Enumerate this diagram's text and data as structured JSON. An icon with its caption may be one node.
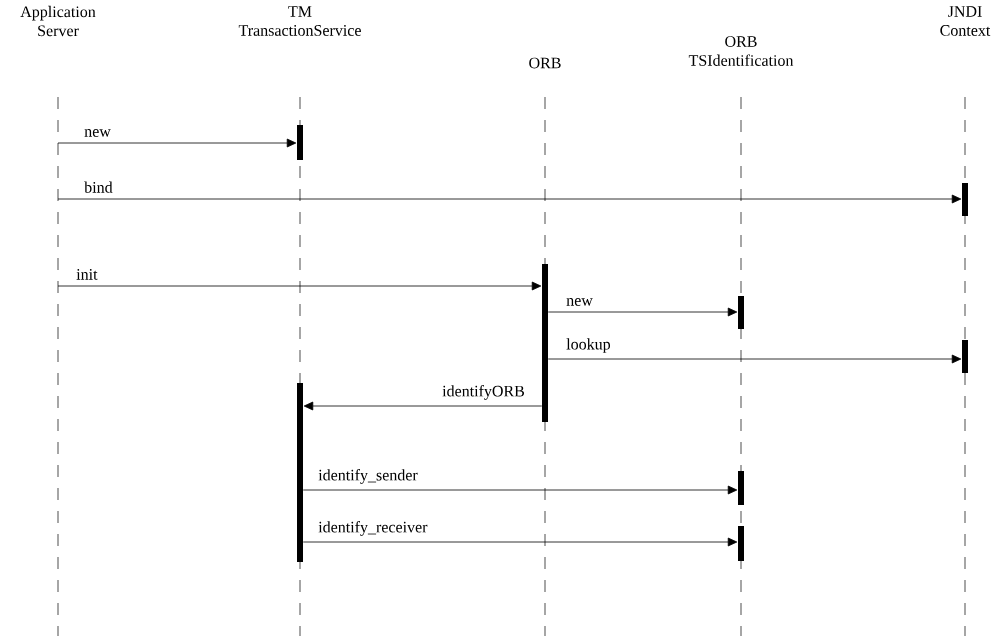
{
  "diagram": {
    "nodes": [
      {
        "text": [
          "Application Server"
        ]
      },
      {
        "text": [
          "TM TransactionService"
        ]
      },
      {
        "text": [
          "ORB"
        ]
      },
      {
        "text": [
          "ORB TSIdentification"
        ]
      },
      {
        "text": [
          "JNDI Context"
        ]
      },
      {
        "text": [],
        "shape": "bar"
      },
      {
        "text": [],
        "shape": "bar"
      },
      {
        "text": [],
        "shape": "bar"
      },
      {
        "text": [],
        "shape": "bar"
      },
      {
        "text": [],
        "shape": "bar"
      },
      {
        "text": [],
        "shape": "bar"
      },
      {
        "text": [],
        "shape": "bar"
      },
      {
        "text": [],
        "shape": "bar"
      }
    ],
    "edges": [
      {
        "from": null,
        "to": 5,
        "arrow": "to",
        "label": "new"
      },
      {
        "from": null,
        "to": 6,
        "arrow": "to",
        "label": "bind"
      },
      {
        "from": null,
        "to": 7,
        "arrow": "to",
        "label": "init"
      },
      {
        "from": 7,
        "to": 8,
        "arrow": "to",
        "label": "new"
      },
      {
        "from": 7,
        "to": 9,
        "arrow": "to",
        "label": "lookup"
      },
      {
        "from": 7,
        "to": 10,
        "arrow": "to",
        "label": "identifyORB"
      },
      {
        "from": 10,
        "to": 11,
        "arrow": "to",
        "label": "identify_sender"
      },
      {
        "from": 10,
        "to": 12,
        "arrow": "to",
        "label": "identify_receiver"
      }
    ]
  }
}
